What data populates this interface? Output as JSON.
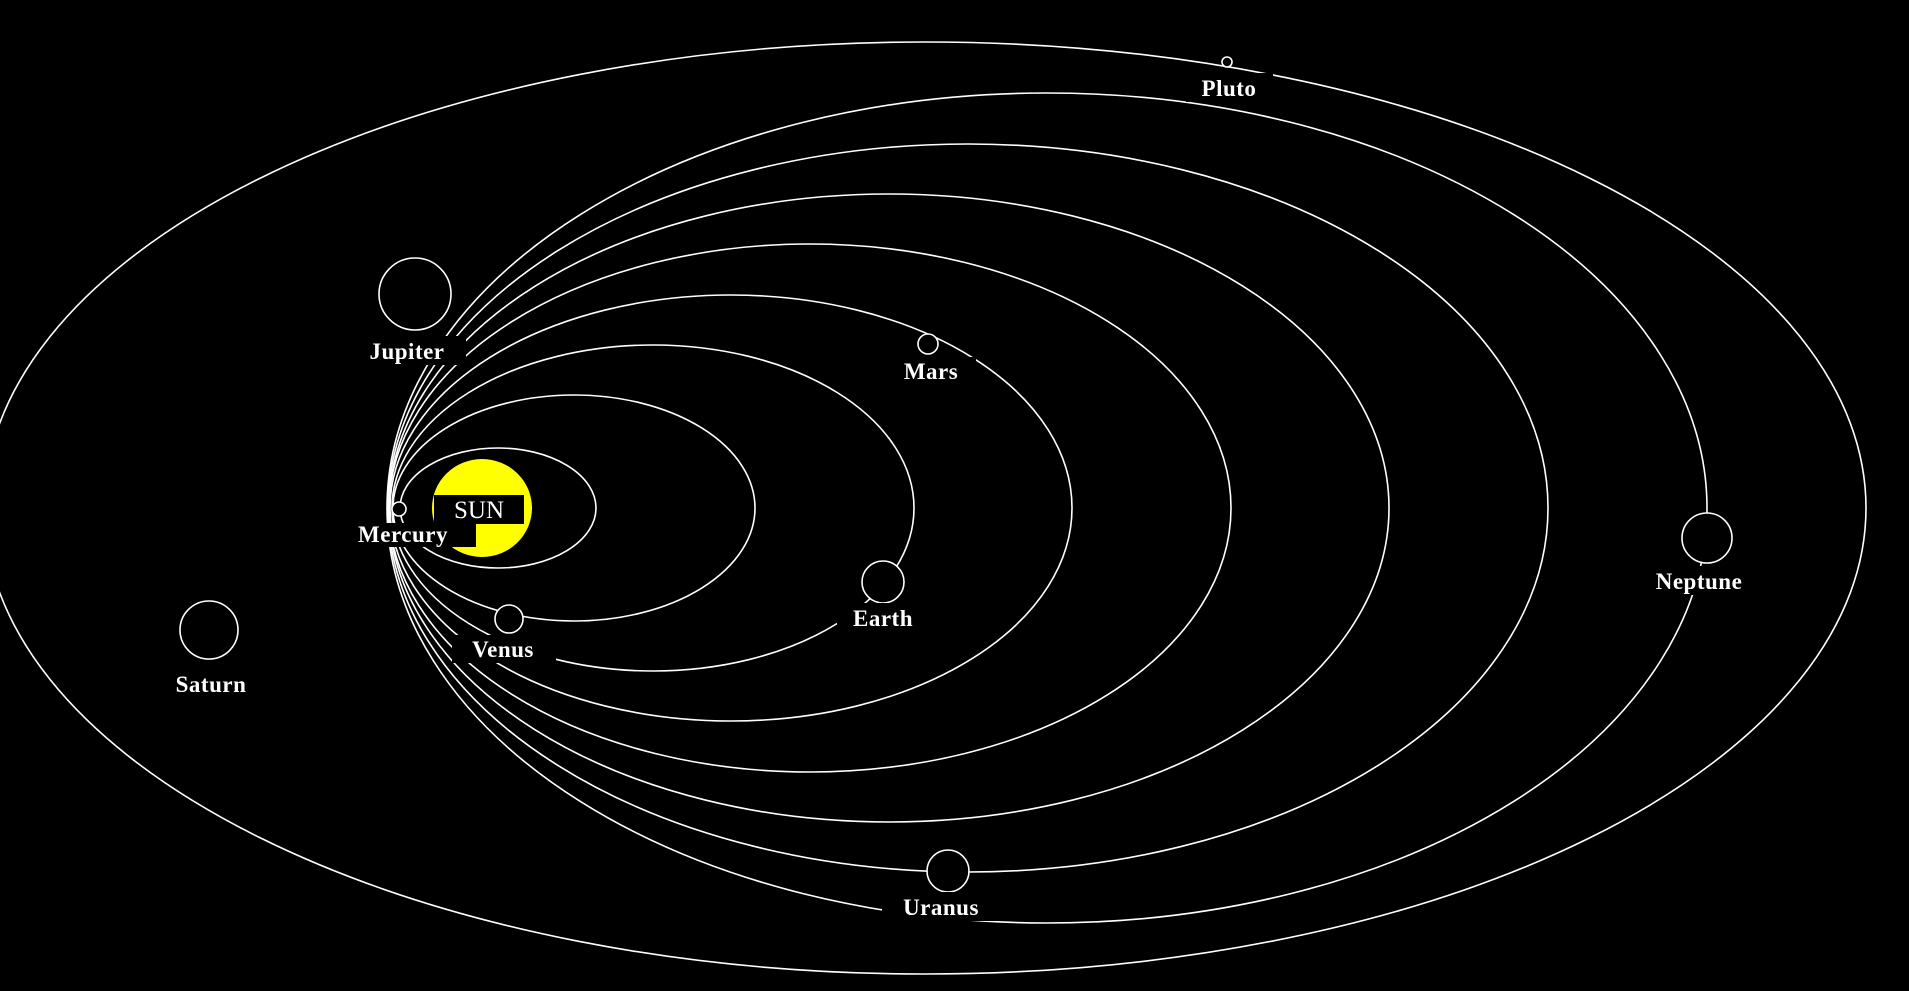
{
  "colors": {
    "background": "#000000",
    "lines": "#ffffff",
    "sun": "#ffff00"
  },
  "sun": {
    "label": "SUN"
  },
  "planets": [
    {
      "key": "mercury",
      "label": "Mercury"
    },
    {
      "key": "venus",
      "label": "Venus"
    },
    {
      "key": "earth",
      "label": "Earth"
    },
    {
      "key": "mars",
      "label": "Mars"
    },
    {
      "key": "jupiter",
      "label": "Jupiter"
    },
    {
      "key": "saturn",
      "label": "Saturn"
    },
    {
      "key": "uranus",
      "label": "Uranus"
    },
    {
      "key": "neptune",
      "label": "Neptune"
    },
    {
      "key": "pluto",
      "label": "Pluto"
    }
  ]
}
